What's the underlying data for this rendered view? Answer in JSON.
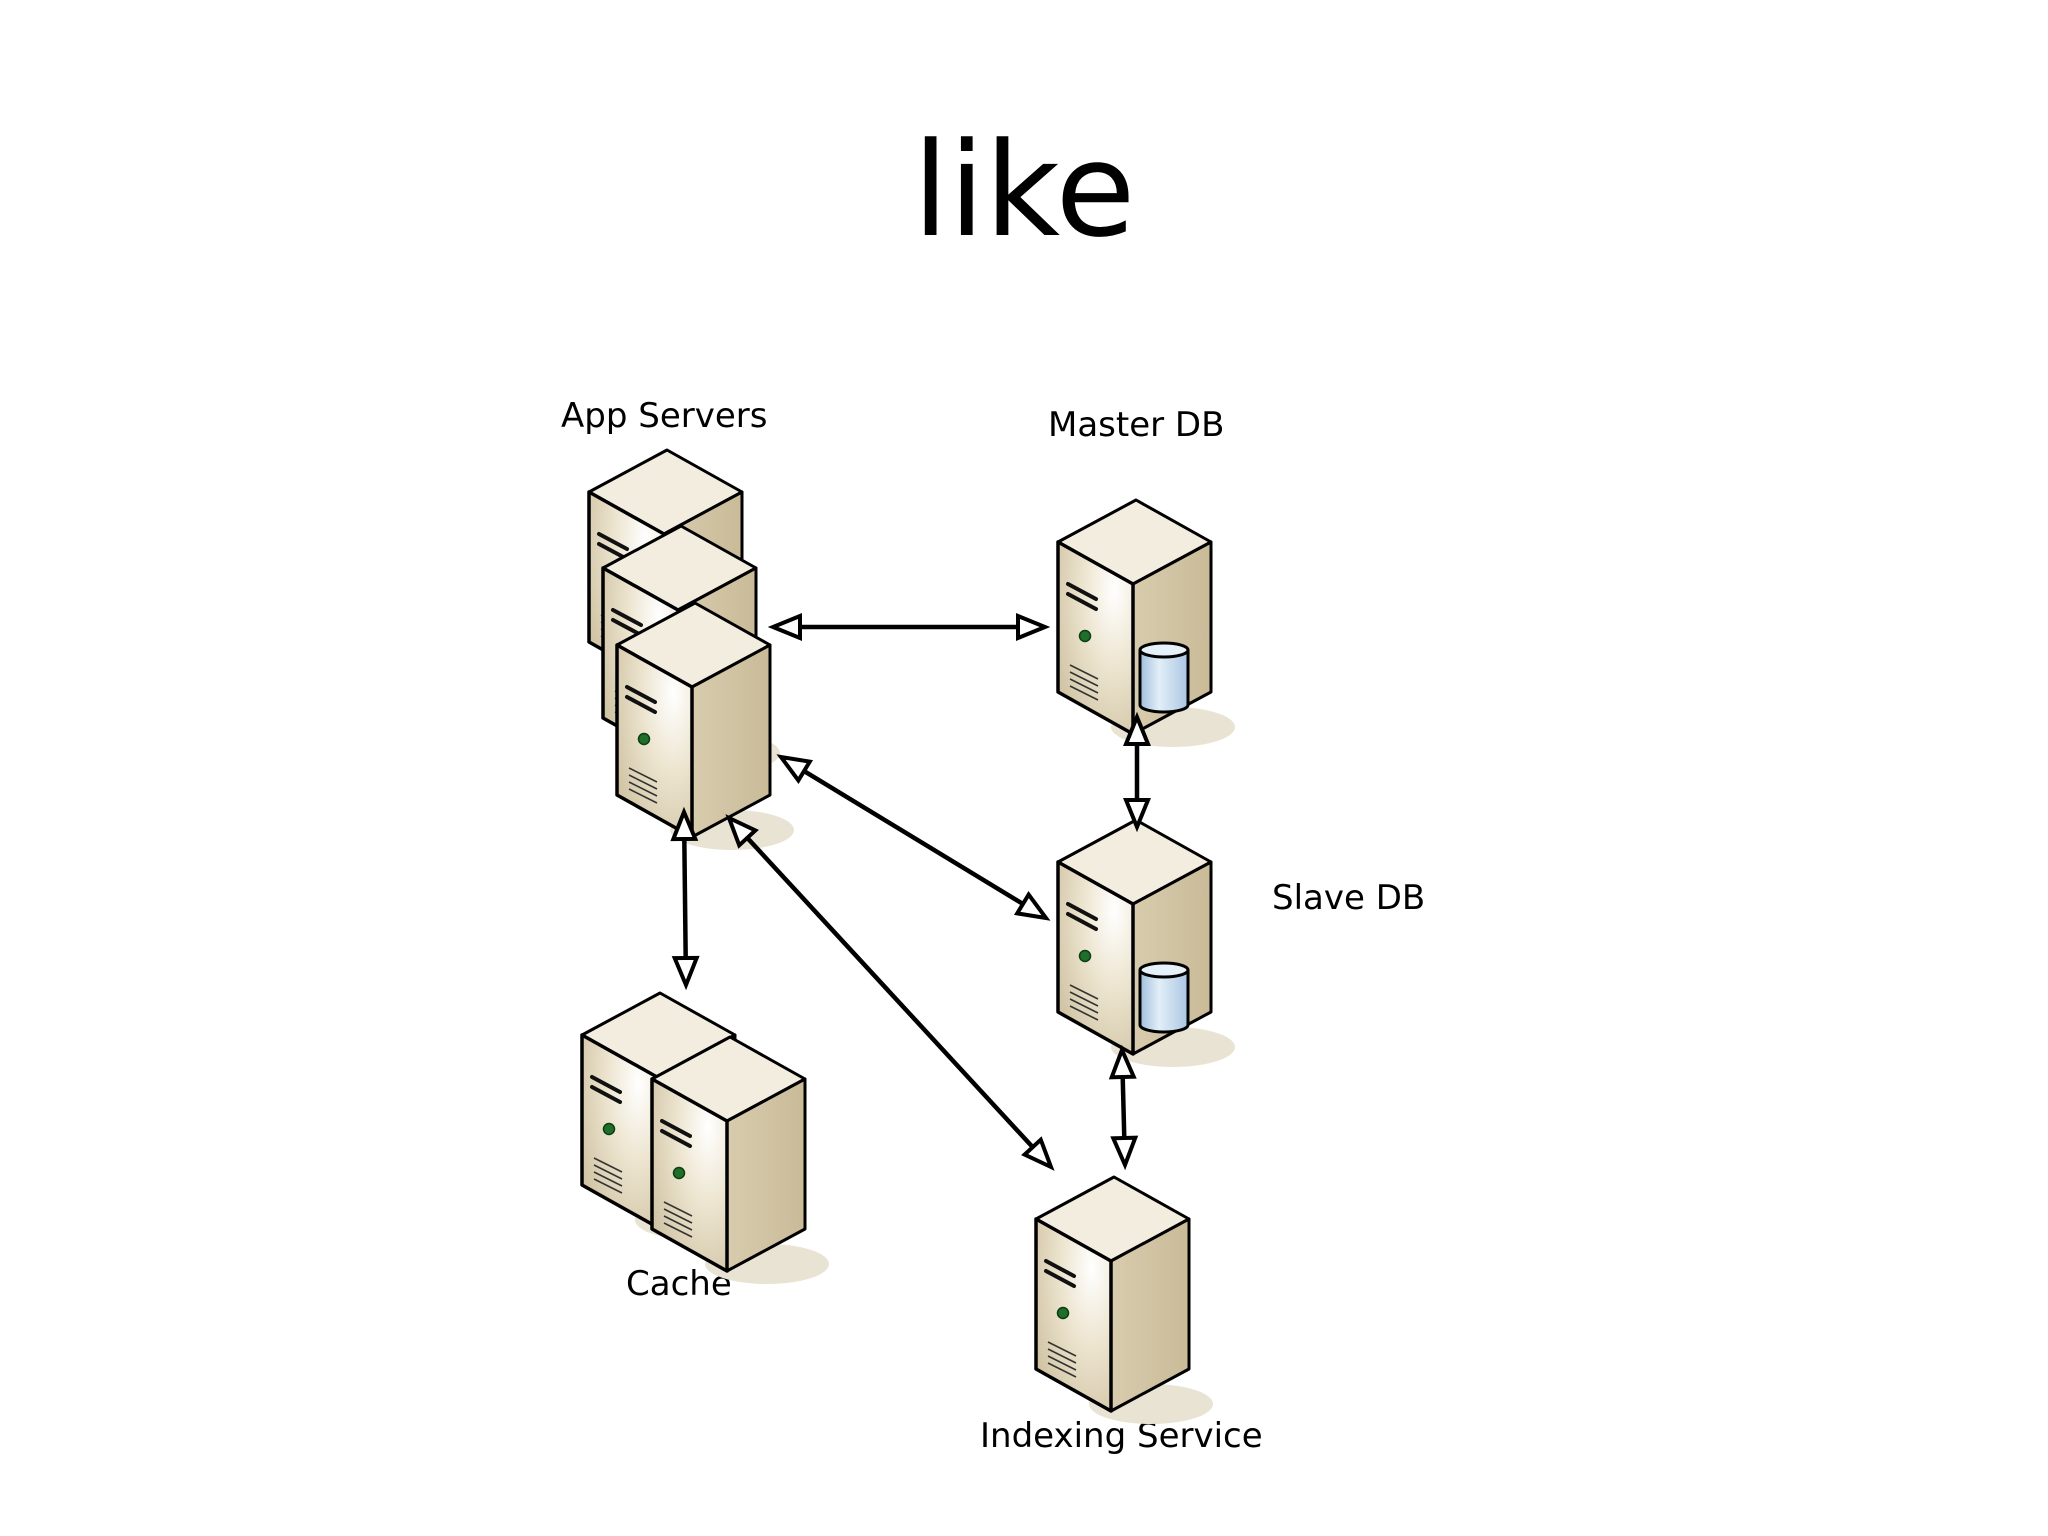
{
  "title": "like",
  "colors": {
    "background": "#ffffff",
    "server_front": "#ece3cd",
    "server_side": "#dcd0b4",
    "server_top": "#f3ede0",
    "shadow": "#e9e3d3",
    "led": "#1f6e2a",
    "cylinder": "#c8dcf0",
    "outline": "#000000"
  },
  "diagram": {
    "nodes": [
      {
        "id": "app",
        "label": "App Servers",
        "icon": "server-stack-icon",
        "count": 3
      },
      {
        "id": "master",
        "label": "Master DB",
        "icon": "database-server-icon",
        "count": 1
      },
      {
        "id": "slave",
        "label": "Slave DB",
        "icon": "database-server-icon",
        "count": 1
      },
      {
        "id": "cache",
        "label": "Cache",
        "icon": "server-pair-icon",
        "count": 2
      },
      {
        "id": "index",
        "label": "Indexing Service",
        "icon": "server-icon",
        "count": 1
      }
    ],
    "edges": [
      {
        "from": "app",
        "to": "master",
        "direction": "both"
      },
      {
        "from": "app",
        "to": "slave",
        "direction": "both"
      },
      {
        "from": "app",
        "to": "cache",
        "direction": "both"
      },
      {
        "from": "app",
        "to": "index",
        "direction": "both"
      },
      {
        "from": "master",
        "to": "slave",
        "direction": "both"
      },
      {
        "from": "slave",
        "to": "index",
        "direction": "both"
      }
    ]
  }
}
